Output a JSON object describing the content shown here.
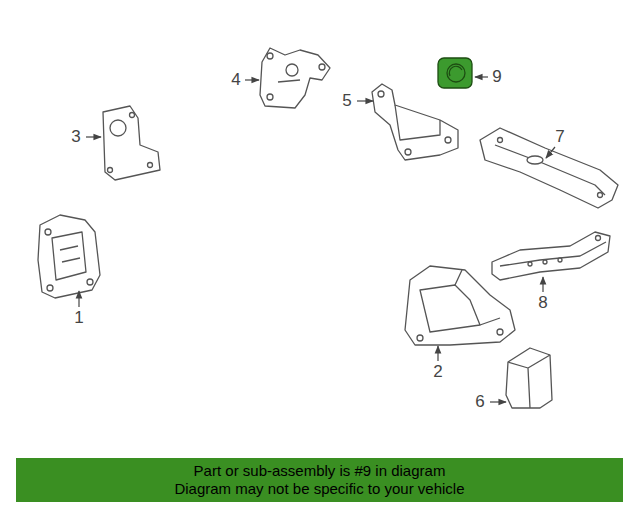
{
  "diagram": {
    "nodes": [
      {
        "text": [
          "Part or sub-assembly is #9 in diagram",
          "Diagram may not be specific to your vehicle"
        ]
      }
    ],
    "labels": [
      "1",
      "2",
      "3",
      "4",
      "5",
      "6",
      "7",
      "8",
      "9"
    ]
  }
}
